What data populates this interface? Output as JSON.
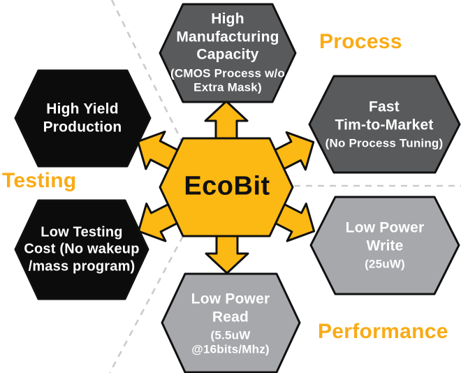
{
  "diagram_title": "EcoBit feature hexagon diagram",
  "colors": {
    "yellow": "#FCB813",
    "label_orange": "#F9AB15",
    "dark_gray": "#595A5C",
    "light_gray": "#A6A8AB",
    "black_hex": "#0C0C0C",
    "dash_gray": "#CBCBCB",
    "text_white": "#FFFFFF",
    "outline": "#101010"
  },
  "center": {
    "label": "EcoBit"
  },
  "categories": {
    "process": "Process",
    "testing": "Testing",
    "performance": "Performance"
  },
  "icons": {
    "arrows": [
      "arrow-up-icon",
      "arrow-upper-right-icon",
      "arrow-lower-right-icon",
      "arrow-down-icon",
      "arrow-lower-left-icon",
      "arrow-upper-left-icon"
    ]
  },
  "nodes": {
    "manufacturing": {
      "sector": "Process",
      "title_lines": [
        "High",
        "Manufacturing",
        "Capacity"
      ],
      "subtitle_lines": [
        "(CMOS Process w/o",
        "Extra Mask)"
      ]
    },
    "time_to_market": {
      "sector": "Process",
      "title_lines": [
        "Fast",
        "Tim-to-Market"
      ],
      "subtitle_lines": [
        "(No Process Tuning)"
      ]
    },
    "power_write": {
      "sector": "Performance",
      "title_lines": [
        "Low Power",
        "Write"
      ],
      "subtitle_lines": [
        "(25uW)"
      ]
    },
    "power_read": {
      "sector": "Performance",
      "title_lines": [
        "Low Power",
        "Read"
      ],
      "subtitle_lines": [
        "(5.5uW",
        "@16bits/Mhz)"
      ]
    },
    "yield": {
      "sector": "Testing",
      "title_lines": [
        "High Yield",
        "Production"
      ]
    },
    "testing_cost": {
      "sector": "Testing",
      "title_lines": [
        "Low Testing",
        "Cost (No wakeup",
        "/mass program)"
      ]
    }
  }
}
